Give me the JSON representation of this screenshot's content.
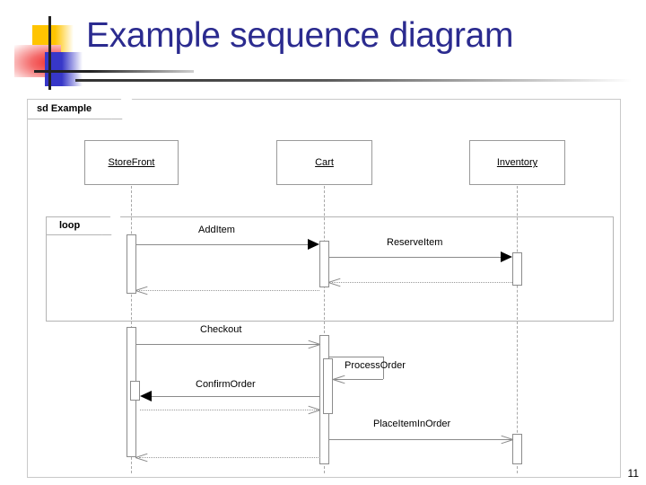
{
  "slide": {
    "title": "Example sequence diagram",
    "page_number": "11",
    "title_color": "#2B2B8F",
    "logo_colors": {
      "yellow": "#FFC400",
      "red": "#F03030",
      "blue": "#3737C8",
      "cross": "#222222"
    }
  },
  "diagram": {
    "frame_label": "sd Example",
    "lifelines": [
      {
        "name": "StoreFront"
      },
      {
        "name": "Cart"
      },
      {
        "name": "Inventory"
      }
    ],
    "fragments": [
      {
        "operator": "loop"
      }
    ],
    "messages": [
      {
        "label": "AddItem",
        "from": "StoreFront",
        "to": "Cart",
        "kind": "call",
        "arrowhead": "filled"
      },
      {
        "label": "ReserveItem",
        "from": "Cart",
        "to": "Inventory",
        "kind": "call",
        "arrowhead": "filled"
      },
      {
        "label": "",
        "from": "Inventory",
        "to": "Cart",
        "kind": "return",
        "arrowhead": "open"
      },
      {
        "label": "",
        "from": "Cart",
        "to": "StoreFront",
        "kind": "return",
        "arrowhead": "open"
      },
      {
        "label": "Checkout",
        "from": "StoreFront",
        "to": "Cart",
        "kind": "call",
        "arrowhead": "open"
      },
      {
        "label": "ProcessOrder",
        "from": "Cart",
        "to": "Cart",
        "kind": "self",
        "arrowhead": "open"
      },
      {
        "label": "ConfirmOrder",
        "from": "Cart",
        "to": "StoreFront",
        "kind": "call",
        "arrowhead": "filled"
      },
      {
        "label": "",
        "from": "StoreFront",
        "to": "Cart",
        "kind": "return",
        "arrowhead": "open"
      },
      {
        "label": "PlaceItemInOrder",
        "from": "Cart",
        "to": "Inventory",
        "kind": "call",
        "arrowhead": "open"
      },
      {
        "label": "",
        "from": "Cart",
        "to": "StoreFront",
        "kind": "return",
        "arrowhead": "open"
      }
    ]
  }
}
